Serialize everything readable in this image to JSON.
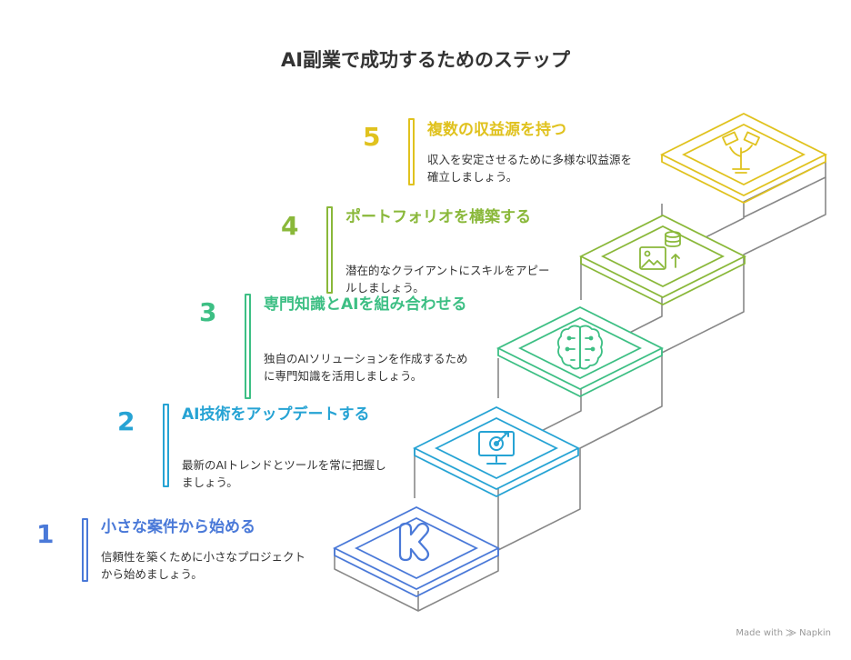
{
  "title": "AI副業で成功するためのステップ",
  "steps": [
    {
      "number": "1",
      "title": "小さな案件から始める",
      "desc": "信頼性を築くために小さなプロジェクトから始めましょう。",
      "color": "#4a79d8",
      "icon": "k-shape-icon"
    },
    {
      "number": "2",
      "title": "AI技術をアップデートする",
      "desc": "最新のAIトレンドとツールを常に把握しましょう。",
      "color": "#26a3d4",
      "icon": "monitor-target-icon"
    },
    {
      "number": "3",
      "title": "専門知識とAIを組み合わせる",
      "desc": "独自のAIソリューションを作成するために専門知識を活用しましょう。",
      "color": "#3dbf84",
      "icon": "brain-circuit-icon"
    },
    {
      "number": "4",
      "title": "ポートフォリオを構築する",
      "desc": "潜在的なクライアントにスキルをアピールしましょう。",
      "color": "#8ab83a",
      "icon": "image-database-icon"
    },
    {
      "number": "5",
      "title": "複数の収益源を持つ",
      "desc": "収入を安定させるために多様な収益源を確立しましょう。",
      "color": "#e0c21e",
      "icon": "money-plant-icon"
    }
  ],
  "footer": {
    "made_with": "Made with",
    "brand": "Napkin"
  }
}
